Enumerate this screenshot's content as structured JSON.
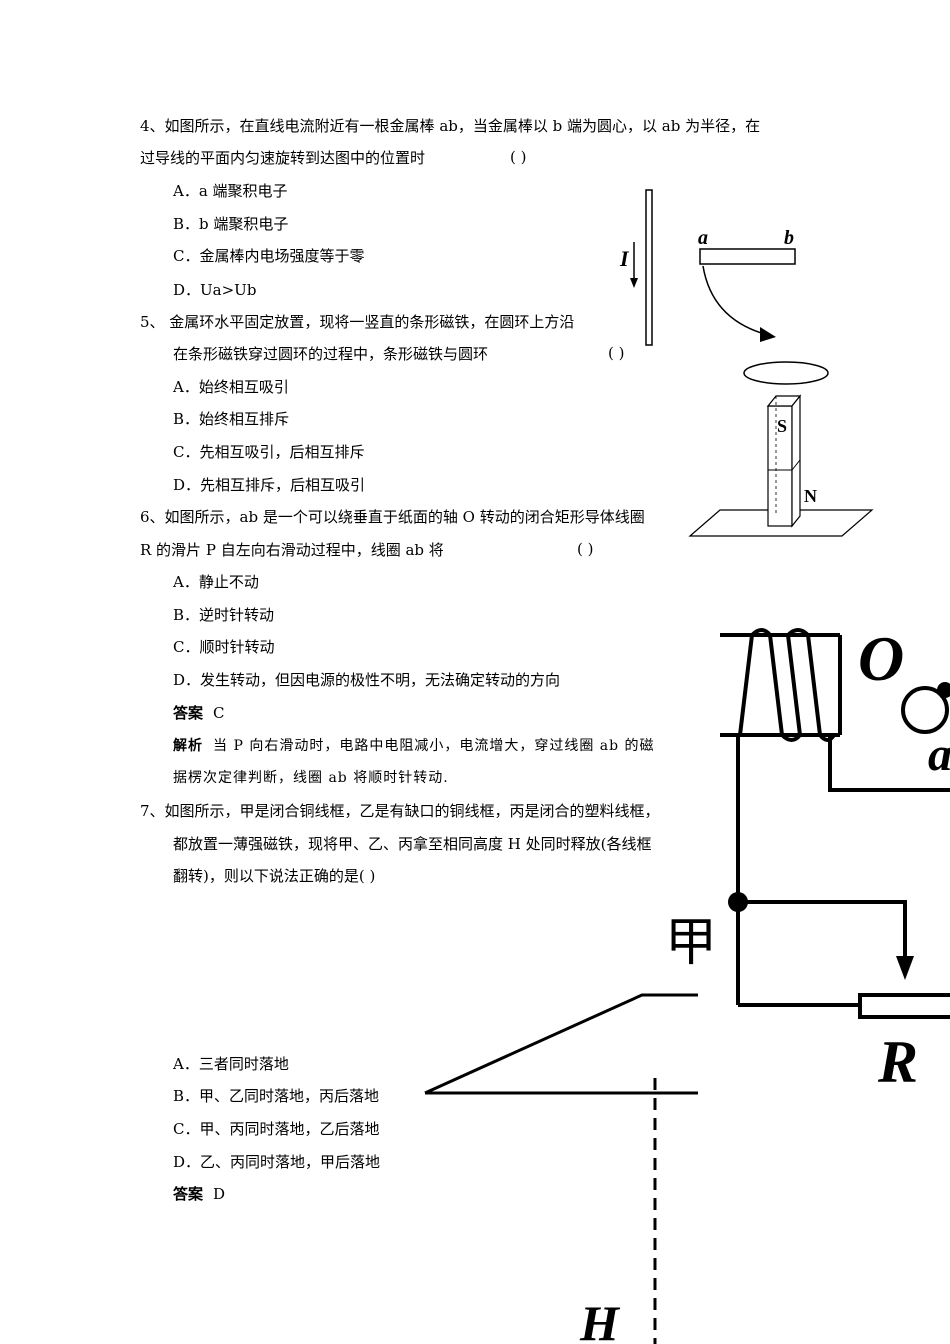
{
  "q4": {
    "line1": "4、如图所示，在直线电流附近有一根金属棒 ab，当金属棒以 b 端为圆心，以 ab 为半径，在",
    "line2": "过导线的平面内匀速旋转到达图中的位置时",
    "paren": "(       )",
    "options": [
      "A．a 端聚积电子",
      "B．b 端聚积电子",
      "C．金属棒内电场强度等于零",
      "D．Ua>Ub"
    ]
  },
  "q5": {
    "line1": "5、 金属环水平固定放置，现将一竖直的条形磁铁，在圆环上方沿",
    "line2": "在条形磁铁穿过圆环的过程中，条形磁铁与圆环",
    "paren": "(       )",
    "options": [
      "A．始终相互吸引",
      "B．始终相互排斥",
      "C．先相互吸引，后相互排斥",
      "D．先相互排斥，后相互吸引"
    ]
  },
  "q6": {
    "line1": "6、如图所示，ab 是一个可以绕垂直于纸面的轴 O 转动的闭合矩形导体线圈",
    "line2": "R 的滑片 P 自左向右滑动过程中，线圈 ab 将",
    "paren": "(       )",
    "options": [
      "A．静止不动",
      "B．逆时针转动",
      "C．顺时针转动",
      "D．发生转动，但因电源的极性不明，无法确定转动的方向"
    ],
    "answer_label": "答案",
    "answer": "C",
    "expl_label": "解析",
    "expl_line1": "当 P 向右滑动时，电路中电阻减小，电流增大，穿过线圈 ab 的磁",
    "expl_line2": "据楞次定律判断，线圈 ab 将顺时针转动."
  },
  "q7": {
    "line1": "7、如图所示，甲是闭合铜线框，乙是有缺口的铜线框，丙是闭合的塑料线框，",
    "line2": "都放置一薄强磁铁，现将甲、乙、丙拿至相同高度 H 处同时释放(各线框",
    "line3": "翻转)，则以下说法正确的是(       )",
    "options": [
      "A．三者同时落地",
      "B．甲、乙同时落地，丙后落地",
      "C．甲、丙同时落地，乙后落地",
      "D．乙、丙同时落地，甲后落地"
    ],
    "answer_label": "答案",
    "answer": "D"
  },
  "figures": {
    "fig1_labels": [
      "I",
      "a",
      "b"
    ],
    "fig2_labels": [
      "S",
      "N"
    ],
    "fig3_labels": [
      "O",
      "a",
      "R"
    ],
    "fig4_labels": [
      "甲",
      "H"
    ]
  }
}
